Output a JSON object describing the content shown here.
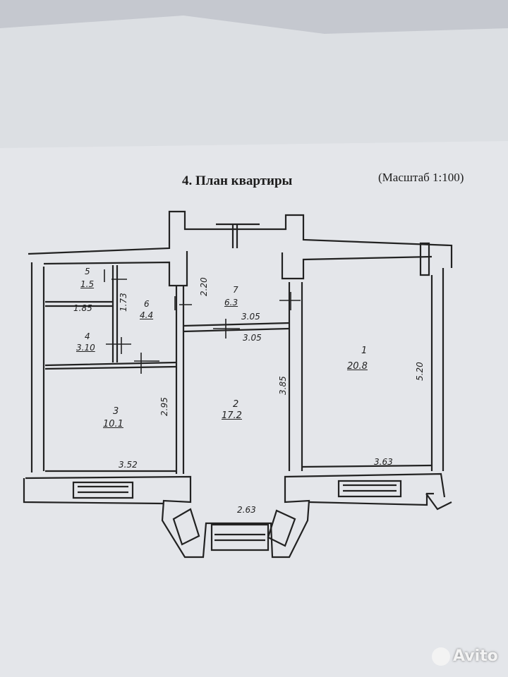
{
  "heading": {
    "title": "4. План квартиры",
    "scale": "(Масштаб 1:100)"
  },
  "rooms": [
    {
      "number": "1",
      "area": "20.8"
    },
    {
      "number": "2",
      "area": "17.2"
    },
    {
      "number": "3",
      "area": "10.1"
    },
    {
      "number": "4",
      "area": "3.10"
    },
    {
      "number": "5",
      "area": "1.5"
    },
    {
      "number": "6",
      "area": "4.4"
    },
    {
      "number": "7",
      "area": "6.3"
    }
  ],
  "dimensions": {
    "room1_width": "3.63",
    "room1_height": "5.20",
    "room2_height": "3.85",
    "room3_width": "3.52",
    "room3_height": "2.95",
    "hall_top": "3.05",
    "hall_bottom": "3.05",
    "hall_height": "2.20",
    "closet_width": "1.85",
    "closet_height": "1.73",
    "bay_width": "2.63"
  },
  "watermark": "Avito"
}
